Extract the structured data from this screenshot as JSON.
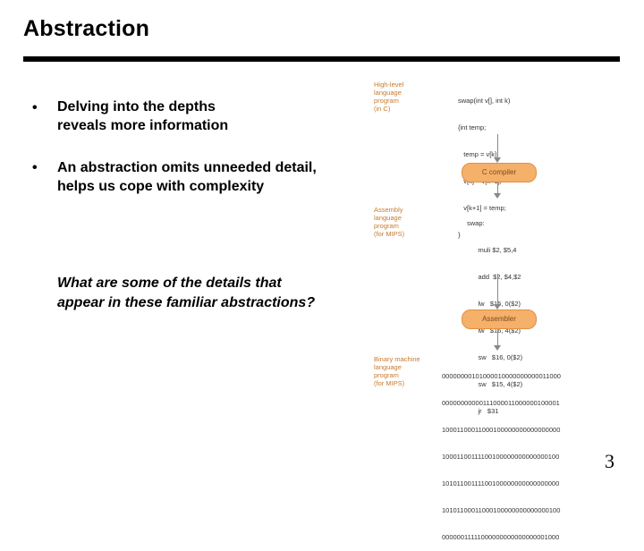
{
  "slide": {
    "title": "Abstraction",
    "bullets": [
      {
        "marker": "•",
        "line1": "Delving into the depths",
        "line2": "reveals more information"
      },
      {
        "marker": "•",
        "line1": "An abstraction omits unneeded detail,",
        "line2": "helps us cope with complexity"
      }
    ],
    "question_line1": "What are some of the details that",
    "question_line2": "appear in these familiar abstractions?",
    "page_number": "3"
  },
  "figure": {
    "high_level_label": [
      "High-level",
      "language",
      "program",
      "(in C)"
    ],
    "c_code": [
      "swap(int v[], int k)",
      "{int temp;",
      "   temp = v[k];",
      "   v[k] = v[k+1];",
      "   v[k+1] = temp;",
      "}"
    ],
    "compiler_label": "C compiler",
    "assembly_label": [
      "Assembly",
      "language",
      "program",
      "(for MIPS)"
    ],
    "asm_code": [
      "swap:",
      "      muli $2, $5,4",
      "      add  $2, $4,$2",
      "      lw   $15, 0($2)",
      "      lw   $16, 4($2)",
      "      sw   $16, 0($2)",
      "      sw   $15, 4($2)",
      "      jr   $31"
    ],
    "assembler_label": "Assembler",
    "binary_label": [
      "Binary machine",
      "language",
      "program",
      "(for MIPS)"
    ],
    "binary_code": [
      "00000000101000010000000000011000",
      "00000000000111000011000000100001",
      "10001100011000100000000000000000",
      "10001100111100100000000000000100",
      "10101100111100100000000000000000",
      "10101100011000100000000000000100",
      "00000011111000000000000000001000"
    ]
  }
}
